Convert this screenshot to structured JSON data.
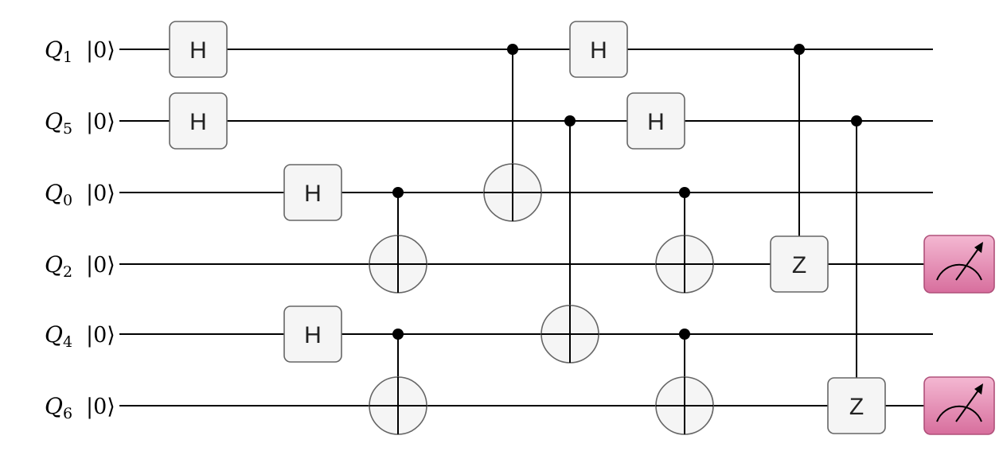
{
  "qubits": [
    {
      "name": "Q",
      "index": "1",
      "state": "|0⟩"
    },
    {
      "name": "Q",
      "index": "5",
      "state": "|0⟩"
    },
    {
      "name": "Q",
      "index": "0",
      "state": "|0⟩"
    },
    {
      "name": "Q",
      "index": "2",
      "state": "|0⟩"
    },
    {
      "name": "Q",
      "index": "4",
      "state": "|0⟩"
    },
    {
      "name": "Q",
      "index": "6",
      "state": "|0⟩"
    }
  ],
  "operations": [
    {
      "type": "gate",
      "label": "H",
      "wire": 0,
      "column": 1
    },
    {
      "type": "gate",
      "label": "H",
      "wire": 1,
      "column": 1
    },
    {
      "type": "gate",
      "label": "H",
      "wire": 2,
      "column": 2
    },
    {
      "type": "gate",
      "label": "H",
      "wire": 4,
      "column": 2
    },
    {
      "type": "cnot",
      "control": 2,
      "target": 3,
      "column": 3
    },
    {
      "type": "cnot",
      "control": 4,
      "target": 5,
      "column": 3
    },
    {
      "type": "cnot",
      "control": 0,
      "target": 2,
      "column": 4
    },
    {
      "type": "gate",
      "label": "H",
      "wire": 0,
      "column": 5
    },
    {
      "type": "cnot",
      "control": 1,
      "target": 4,
      "column": 6
    },
    {
      "type": "gate",
      "label": "H",
      "wire": 1,
      "column": 7
    },
    {
      "type": "cnot",
      "control": 2,
      "target": 3,
      "column": 8
    },
    {
      "type": "cnot",
      "control": 4,
      "target": 5,
      "column": 8
    },
    {
      "type": "cz",
      "control": 0,
      "target": 3,
      "label": "Z",
      "column": 9
    },
    {
      "type": "cz",
      "control": 1,
      "target": 5,
      "label": "Z",
      "column": 10
    },
    {
      "type": "measure",
      "wire": 3,
      "column": 11
    },
    {
      "type": "measure",
      "wire": 5,
      "column": 11
    }
  ],
  "colors": {
    "wire": "#000000",
    "gate_fill": "#f5f5f5",
    "gate_stroke": "#666666",
    "measure_fill_top": "#f4b8d2",
    "measure_fill_bottom": "#d76e9d"
  },
  "icons": {
    "measure": "meter-icon"
  }
}
